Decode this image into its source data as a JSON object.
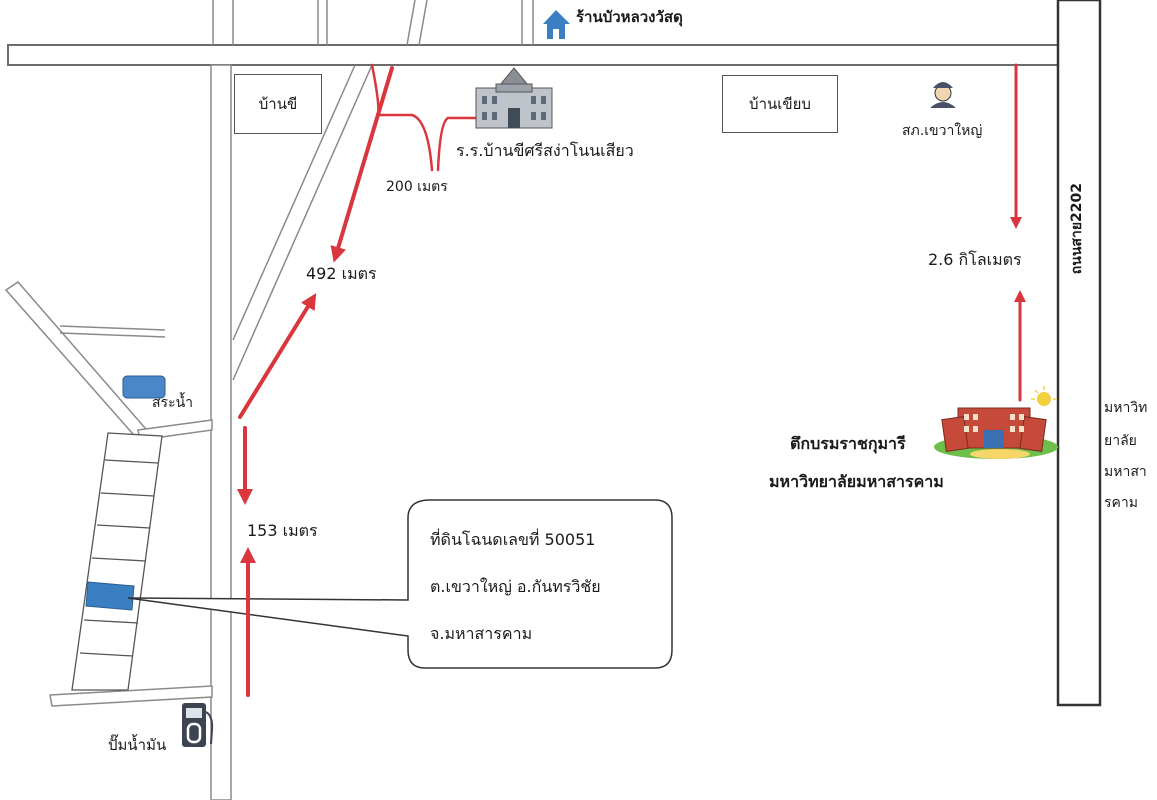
{
  "places": {
    "shop": "ร้านบัวหลวงวัสดุ",
    "ban_khi": "บ้านขี",
    "school": "ร.ร.บ้านขีศรีสง่าโนนเสียว",
    "ban_khiap": "บ้านเขียบ",
    "police": "สภ.เขวาใหญ่",
    "pond": "สระน้ำ",
    "gas_station": "ปั๊มน้ำมัน",
    "building_line1": "ตึกบรมราชกุมารี",
    "building_line2": "มหาวิทยาลัยมหาสารคาม",
    "university_side": [
      "มหาวิท",
      "ยาลัย",
      "มหาสา",
      "รคาม"
    ]
  },
  "road": {
    "name": "ถนนสาย2202"
  },
  "distances": {
    "d200": "200 เมตร",
    "d492": "492 เมตร",
    "d153": "153 เมตร",
    "d26km": "2.6 กิโลเมตร"
  },
  "callout": {
    "line1": "ที่ดินโฉนดเลขที่ 50051",
    "line2": "ต.เขวาใหญ่ อ.กันทรวิชัย",
    "line3": "จ.มหาสารคาม"
  },
  "colors": {
    "route": "#d9363e",
    "plot": "#3a7fc1",
    "road_edge": "#6b6b6b"
  }
}
